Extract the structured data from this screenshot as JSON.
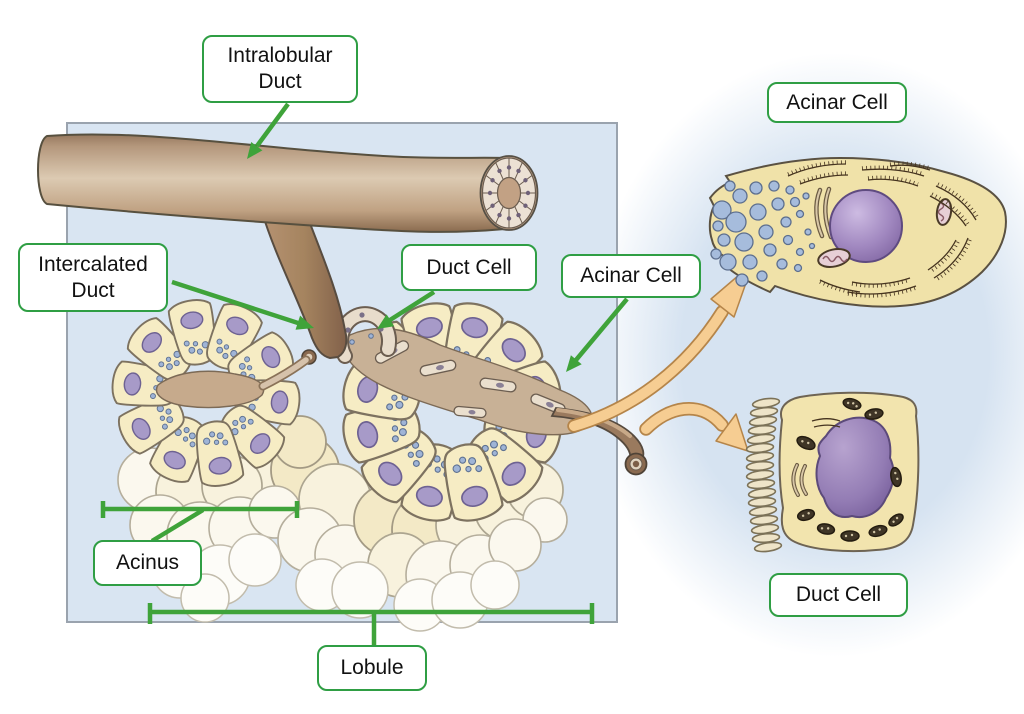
{
  "figure": {
    "labels": {
      "intralobular_duct": "Intralobular Duct",
      "intercalated_duct": "Intercalated Duct",
      "duct_cell": "Duct Cell",
      "acinar_cell": "Acinar Cell",
      "acinar_cell_detail": "Acinar Cell",
      "duct_cell_detail": "Duct Cell",
      "acinus": "Acinus",
      "lobule": "Lobule"
    },
    "colors": {
      "label_border_green": "#2f9e44",
      "arrow_green": "#3fa33a",
      "panel_blue": "#d9e5f2",
      "panel_border": "#9aa3ae",
      "duct_tan": "#c9ab8d",
      "duct_brown": "#9a7a5c",
      "cell_cream": "#f5ebc2",
      "nucleus_purple": "#8f7ab0",
      "granule_blue": "#a6bcdc",
      "orange_arrow": "#f6cd92",
      "label_text": "#111111",
      "background": "#ffffff"
    }
  }
}
